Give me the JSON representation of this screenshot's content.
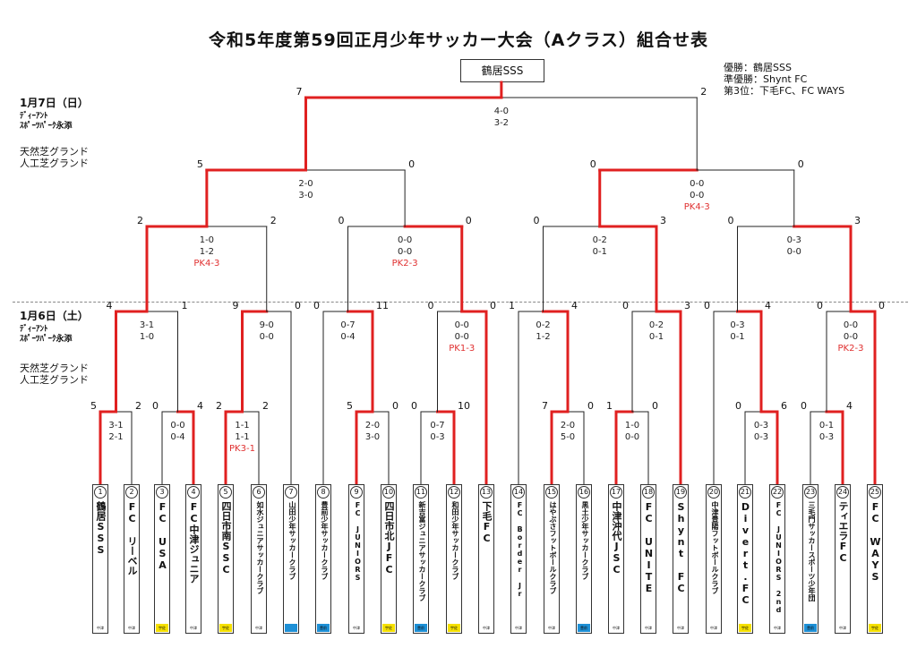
{
  "title": "令和5年度第59回正月少年サッカー大会（Aクラス）組合せ表",
  "champion": "鶴居SSS",
  "results": [
    "優勝：鶴居SSS",
    "準優勝：Shynt FC",
    "第3位：下毛FC、FC WAYS"
  ],
  "day2": {
    "date": "1月7日（日）",
    "venue": [
      "ﾃﾞｨｰｱﾝﾄ",
      "ｽﾎﾟｰﾂﾊﾟｰｸ永添"
    ],
    "grounds": [
      "天然芝グランド",
      "人工芝グランド"
    ]
  },
  "day1": {
    "date": "1月6日（土）",
    "venue": [
      "ﾃﾞｨｰｱﾝﾄ",
      "ｽﾎﾟｰﾂﾊﾟｰｸ永添"
    ],
    "grounds": [
      "天然芝グランド",
      "人工芝グランド"
    ]
  },
  "colors": {
    "winner_line": "#e02020",
    "line": "#222222",
    "pk_text": "#e03030",
    "badge_yellow": "#f5e000",
    "badge_blue": "#1e90d6"
  },
  "teams": [
    {
      "no": "1",
      "name": "鶴居SSS",
      "badge": "中津",
      "badge_color": ""
    },
    {
      "no": "2",
      "name": "FC リーベル",
      "badge": "中津",
      "badge_color": ""
    },
    {
      "no": "3",
      "name": "FC USA",
      "badge": "宇佐",
      "badge_color": "yellow"
    },
    {
      "no": "4",
      "name": "FC中津ジュニア",
      "badge": "中津",
      "badge_color": ""
    },
    {
      "no": "5",
      "name": "四日市南SSC",
      "badge": "宇佐",
      "badge_color": "yellow"
    },
    {
      "no": "6",
      "name": "如水ジュニアサッカークラブ",
      "badge": "中津",
      "badge_color": ""
    },
    {
      "no": "7",
      "name": "山田少年サッカークラブ",
      "badge": "",
      "badge_color": "blue"
    },
    {
      "no": "8",
      "name": "豊前少年サッカークラブ",
      "badge": "豊前",
      "badge_color": "blue"
    },
    {
      "no": "9",
      "name": "FC JUNIORS",
      "badge": "中津",
      "badge_color": ""
    },
    {
      "no": "10",
      "name": "四日市北JFC",
      "badge": "宇佐",
      "badge_color": "yellow"
    },
    {
      "no": "11",
      "name": "新吉富ジュニアサッカークラブ",
      "badge": "豊前",
      "badge_color": "blue"
    },
    {
      "no": "12",
      "name": "和田少年サッカークラブ",
      "badge": "宇佐",
      "badge_color": "yellow"
    },
    {
      "no": "13",
      "name": "下毛FC",
      "badge": "中津",
      "badge_color": ""
    },
    {
      "no": "14",
      "name": "FC Border Jr",
      "badge": "中津",
      "badge_color": ""
    },
    {
      "no": "15",
      "name": "はやぶさフットボールクラブ",
      "badge": "中津",
      "badge_color": ""
    },
    {
      "no": "16",
      "name": "黒土少年サッカークラブ",
      "badge": "豊前",
      "badge_color": "blue"
    },
    {
      "no": "17",
      "name": "中津沖代JSC",
      "badge": "中津",
      "badge_color": ""
    },
    {
      "no": "18",
      "name": "FC UNITE",
      "badge": "中津",
      "badge_color": ""
    },
    {
      "no": "19",
      "name": "Shynt FC",
      "badge": "中津",
      "badge_color": ""
    },
    {
      "no": "20",
      "name": "中津豊陽フットボールクラブ",
      "badge": "中津",
      "badge_color": ""
    },
    {
      "no": "21",
      "name": "Divert.FC",
      "badge": "宇佐",
      "badge_color": "yellow"
    },
    {
      "no": "22",
      "name": "FC JUNIORS 2nd",
      "badge": "中津",
      "badge_color": ""
    },
    {
      "no": "23",
      "name": "三毛門サッカースポーツ少年団",
      "badge": "豊前",
      "badge_color": "blue"
    },
    {
      "no": "24",
      "name": "ティエラFC",
      "badge": "中津",
      "badge_color": ""
    },
    {
      "no": "25",
      "name": "FC WAYS",
      "badge": "宇佐",
      "badge_color": "yellow"
    }
  ],
  "matches": [
    {
      "id": "m1-2",
      "a": "1",
      "b": "2",
      "sa": "5",
      "sb": "2",
      "score": [
        "3-1",
        "2-1"
      ],
      "pk": "",
      "winner": "a"
    },
    {
      "id": "m3-4",
      "a": "3",
      "b": "4",
      "sa": "0",
      "sb": "4",
      "score": [
        "0-0",
        "0-4"
      ],
      "pk": "",
      "winner": "b"
    },
    {
      "id": "m5-6",
      "a": "5",
      "b": "6",
      "sa": "2",
      "sb": "2",
      "score": [
        "1-1",
        "1-1"
      ],
      "pk": "PK3-1",
      "winner": "a"
    },
    {
      "id": "m9-10",
      "a": "9",
      "b": "10",
      "sa": "5",
      "sb": "0",
      "score": [
        "2-0",
        "3-0"
      ],
      "pk": "",
      "winner": "a"
    },
    {
      "id": "m11-12",
      "a": "11",
      "b": "12",
      "sa": "0",
      "sb": "10",
      "score": [
        "0-7",
        "0-3"
      ],
      "pk": "",
      "winner": "b"
    },
    {
      "id": "m15-16",
      "a": "15",
      "b": "16",
      "sa": "7",
      "sb": "0",
      "score": [
        "2-0",
        "5-0"
      ],
      "pk": "",
      "winner": "a"
    },
    {
      "id": "m17-18",
      "a": "17",
      "b": "18",
      "sa": "1",
      "sb": "0",
      "score": [
        "1-0",
        "0-0"
      ],
      "pk": "",
      "winner": "a"
    },
    {
      "id": "m21-22",
      "a": "21",
      "b": "22",
      "sa": "0",
      "sb": "6",
      "score": [
        "0-3",
        "0-3"
      ],
      "pk": "",
      "winner": "b"
    },
    {
      "id": "m23-24",
      "a": "23",
      "b": "24",
      "sa": "0",
      "sb": "4",
      "score": [
        "0-1",
        "0-3"
      ],
      "pk": "",
      "winner": "b"
    },
    {
      "id": "r2-A",
      "a": "W(1-2)",
      "b": "W(3-4)",
      "sa": "4",
      "sb": "1",
      "score": [
        "3-1",
        "1-0"
      ],
      "pk": "",
      "winner": "a"
    },
    {
      "id": "r2-B",
      "a": "W(5-6)",
      "b": "7",
      "sa": "9",
      "sb": "0",
      "score": [
        "9-0",
        "0-0"
      ],
      "pk": "",
      "winner": "a"
    },
    {
      "id": "r2-C",
      "a": "8",
      "b": "W(9-10)",
      "sa": "0",
      "sb": "11",
      "score": [
        "0-7",
        "0-4"
      ],
      "pk": "",
      "winner": "b"
    },
    {
      "id": "r2-D",
      "a": "W(11-12)",
      "b": "13",
      "sa": "0",
      "sb": "0",
      "score": [
        "0-0",
        "0-0"
      ],
      "pk": "PK1-3",
      "winner": "b"
    },
    {
      "id": "r2-E",
      "a": "14",
      "b": "W(15-16)",
      "sa": "1",
      "sb": "4",
      "score": [
        "0-2",
        "1-2"
      ],
      "pk": "",
      "winner": "b"
    },
    {
      "id": "r2-F",
      "a": "W(17-18)",
      "b": "19",
      "sa": "0",
      "sb": "3",
      "score": [
        "0-2",
        "0-1"
      ],
      "pk": "",
      "winner": "b"
    },
    {
      "id": "r2-G",
      "a": "20",
      "b": "W(21-22)",
      "sa": "0",
      "sb": "4",
      "score": [
        "0-3",
        "0-1"
      ],
      "pk": "",
      "winner": "b"
    },
    {
      "id": "r2-H",
      "a": "W(23-24)",
      "b": "25",
      "sa": "0",
      "sb": "0",
      "score": [
        "0-0",
        "0-0"
      ],
      "pk": "PK2-3",
      "winner": "b"
    },
    {
      "id": "qf-1",
      "a": "W(r2-A)",
      "b": "W(r2-B)",
      "sa": "2",
      "sb": "2",
      "score": [
        "1-0",
        "1-2"
      ],
      "pk": "PK4-3",
      "winner": "a"
    },
    {
      "id": "qf-2",
      "a": "W(r2-C)",
      "b": "W(r2-D)",
      "sa": "0",
      "sb": "0",
      "score": [
        "0-0",
        "0-0"
      ],
      "pk": "PK2-3",
      "winner": "b"
    },
    {
      "id": "qf-3",
      "a": "W(r2-E)",
      "b": "W(r2-F)",
      "sa": "0",
      "sb": "3",
      "score": [
        "0-2",
        "0-1"
      ],
      "pk": "",
      "winner": "b"
    },
    {
      "id": "qf-4",
      "a": "W(r2-G)",
      "b": "W(r2-H)",
      "sa": "0",
      "sb": "3",
      "score": [
        "0-3",
        "0-0"
      ],
      "pk": "",
      "winner": "b"
    },
    {
      "id": "sf-1",
      "a": "W(qf-1)",
      "b": "W(qf-2)",
      "sa": "5",
      "sb": "0",
      "score": [
        "2-0",
        "3-0"
      ],
      "pk": "",
      "winner": "a"
    },
    {
      "id": "sf-2",
      "a": "W(qf-3)",
      "b": "W(qf-4)",
      "sa": "0",
      "sb": "0",
      "score": [
        "0-0",
        "0-0"
      ],
      "pk": "PK4-3",
      "winner": "a"
    },
    {
      "id": "final",
      "a": "W(sf-1)",
      "b": "W(sf-2)",
      "sa": "7",
      "sb": "2",
      "score": [
        "4-0",
        "3-2"
      ],
      "pk": "",
      "winner": "a"
    }
  ]
}
